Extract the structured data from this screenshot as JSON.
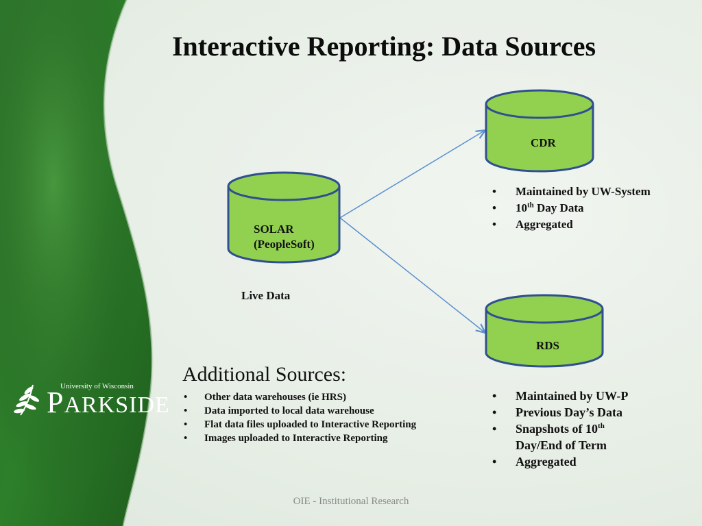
{
  "title": "Interactive Reporting: Data Sources",
  "solar": {
    "line1": "SOLAR",
    "line2": "(PeopleSoft)",
    "caption": "Live Data"
  },
  "cdr": {
    "label": "CDR",
    "bullets": [
      "Maintained by UW-System",
      "Day Data",
      "Aggregated"
    ],
    "bullet2_prefix": "10",
    "bullet2_sup": "th"
  },
  "rds": {
    "label": "RDS",
    "bullets": [
      "Maintained by UW-P",
      "Previous Day’s Data",
      "Snapshots of 10",
      "Day/End of Term",
      "Aggregated"
    ],
    "snap_sup": "th"
  },
  "additional": {
    "heading": "Additional Sources:",
    "items": [
      "Other data warehouses (ie HRS)",
      "Data imported to local data warehouse",
      "Flat data files uploaded to Interactive Reporting",
      "Images uploaded to Interactive Reporting"
    ]
  },
  "logo": {
    "small": "University of Wisconsin",
    "big_p": "P",
    "big_rest": "ARKSIDE"
  },
  "footer": "OIE - Institutional Research",
  "colors": {
    "cylinder_fill": "#92d050",
    "cylinder_stroke": "#2f4f8f",
    "arrow": "#5b8fd0",
    "band_dark": "#1d5a1d",
    "band_light": "#3f8a3a"
  }
}
